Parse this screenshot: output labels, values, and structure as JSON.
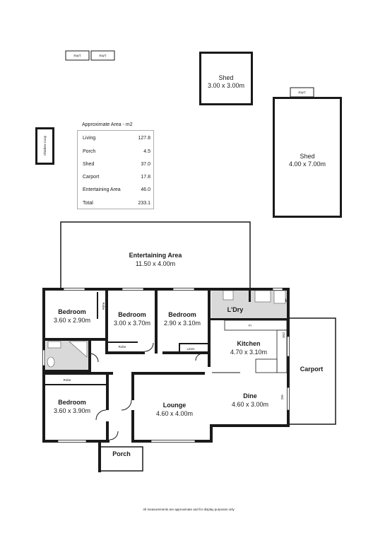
{
  "rwt_tags": [
    "RWT",
    "RWT",
    "RWT"
  ],
  "chicken_coop": "Chicken Coop",
  "area_table": {
    "title": "Approximate Area - m2",
    "rows": [
      {
        "label": "Living",
        "value": "127.8"
      },
      {
        "label": "Porch",
        "value": "4.5"
      },
      {
        "label": "Shed",
        "value": "37.0"
      },
      {
        "label": "Carport",
        "value": "17.8"
      },
      {
        "label": "Entertaining Area",
        "value": "46.0"
      },
      {
        "label": "Total",
        "value": "233.1"
      }
    ]
  },
  "rooms": {
    "shed_small": {
      "name": "Shed",
      "dims": "3.00 x 3.00m"
    },
    "shed_large": {
      "name": "Shed",
      "dims": "4.00 x 7.00m"
    },
    "entertaining": {
      "name": "Entertaining Area",
      "dims": "11.50 x 4.00m"
    },
    "bedroom_1": {
      "name": "Bedroom",
      "dims": "3.60 x 2.90m"
    },
    "bedroom_2": {
      "name": "Bedroom",
      "dims": "3.00 x 3.70m"
    },
    "bedroom_3": {
      "name": "Bedroom",
      "dims": "2.90 x 3.10m"
    },
    "laundry": {
      "name": "L'Dry"
    },
    "kitchen": {
      "name": "Kitchen",
      "dims": "4.70 x 3.10m"
    },
    "carport": {
      "name": "Carport"
    },
    "bedroom_4": {
      "name": "Bedroom",
      "dims": "3.60 x 3.90m"
    },
    "lounge": {
      "name": "Lounge",
      "dims": "4.60 x 4.00m"
    },
    "dine": {
      "name": "Dine",
      "dims": "4.60 x 3.00m"
    },
    "porch": {
      "name": "Porch"
    }
  },
  "small_labels": {
    "robe_1": "Robe",
    "robe_2": "Robe",
    "robe_3": "Robe",
    "linen": "Linen",
    "fridge": "Fr",
    "dishwasher": "DW",
    "wc": "WC"
  },
  "disclaimer": "All measurements are approximate and for display purposes only"
}
